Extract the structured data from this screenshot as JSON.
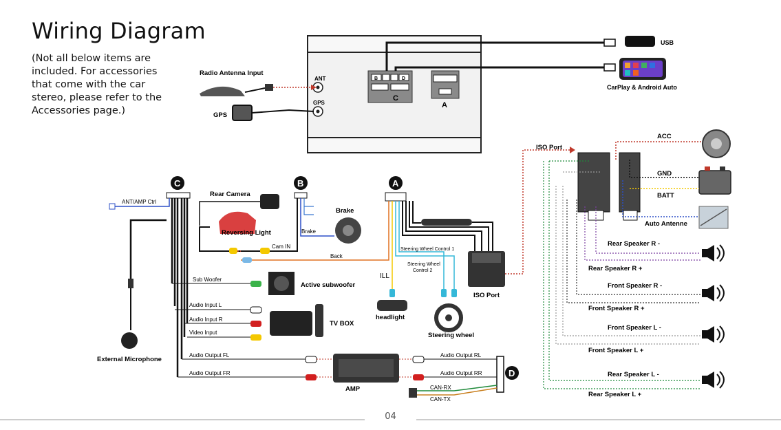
{
  "title": "Wiring Diagram",
  "note": "(Not all below items are included. For accessories that come with the car stereo, please refer to the Accessories page.)",
  "labels": {
    "radio_antenna": "Radio Antenna Input",
    "gps": "GPS",
    "ant_port": "ANT",
    "gps_port": "GPS",
    "conn_b": "B",
    "conn_d": "D",
    "conn_c": "C",
    "conn_a": "A",
    "usb": "USB",
    "carplay": "CarPlay & Android Auto",
    "iso_port_top": "ISO Port",
    "acc": "ACC",
    "gnd": "GND",
    "batt": "BATT",
    "auto_antenne": "Auto Antenne",
    "rear_r_minus": "Rear Speaker R  -",
    "rear_r_plus": "Rear Speaker R  +",
    "front_r_minus": "Front Speaker R  -",
    "front_r_plus": "Front Speaker R  +",
    "front_l_minus": "Front Speaker L -",
    "front_l_plus": "Front Speaker L +",
    "rear_l_minus": "Rear Speaker L  -",
    "rear_l_plus": "Rear Speaker L  +",
    "badge_c": "C",
    "badge_b": "B",
    "badge_a": "A",
    "badge_d": "D",
    "ant_amp": "ANT/AMP Ctrl",
    "rear_camera": "Rear Camera",
    "reversing_light": "Reversing Light",
    "brake": "Brake",
    "brake_wire": "Brake",
    "cam_in": "Cam IN",
    "back": "Back",
    "swc1": "Steering Wheel Control 1",
    "swc2_line1": "Steering Wheel",
    "swc2_line2": "Control 2",
    "ill": "ILL",
    "iso_port_mid": "ISO Port",
    "sub_woofer": "Sub Woofer",
    "active_sub": "Active subwoofer",
    "audio_in_l": "Audio Input L",
    "audio_in_r": "Audio Input R",
    "video_in": "Video Input",
    "tv_box": "TV BOX",
    "headlight": "headlight",
    "steering_wheel": "Steering wheel",
    "ext_mic": "External Microphone",
    "audio_out_fl": "Audio Output FL",
    "audio_out_fr": "Audio Output FR",
    "audio_out_rl": "Audio Output RL",
    "audio_out_rr": "Audio Output RR",
    "can_rx": "CAN-RX",
    "can_tx": "CAN-TX",
    "amp": "AMP"
  },
  "page_number": "04",
  "colors": {
    "acc": "#c0392b",
    "gnd": "#000000",
    "batt": "#f4c800",
    "antenne": "#2b4fc7",
    "speaker": "#7b3fa0",
    "green": "#1f8a3a",
    "orange": "#e07020",
    "cyan": "#35b8d8",
    "red": "#d21f1f"
  }
}
